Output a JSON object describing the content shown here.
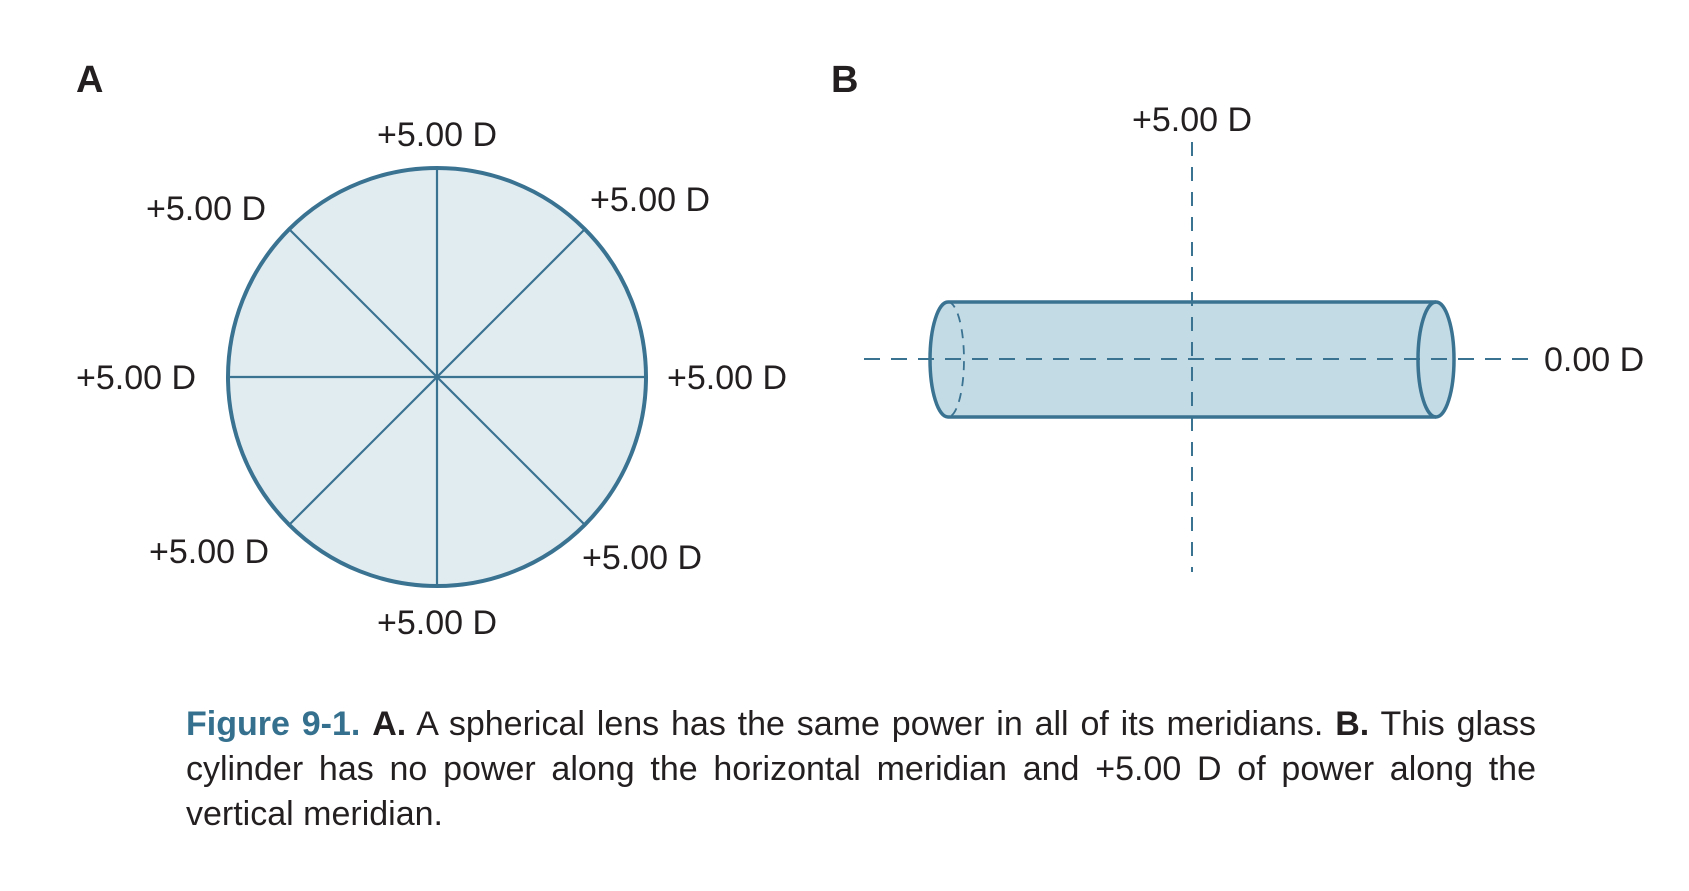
{
  "panel_a": {
    "letter": "A",
    "meridian_labels": {
      "top": "+5.00 D",
      "upper_left": "+5.00 D",
      "upper_right": "+5.00 D",
      "left": "+5.00 D",
      "right": "+5.00 D",
      "lower_left": "+5.00 D",
      "lower_right": "+5.00 D",
      "bottom": "+5.00 D"
    }
  },
  "panel_b": {
    "letter": "B",
    "vertical_label": "+5.00 D",
    "horizontal_label": "0.00 D"
  },
  "caption": {
    "figure_label": "Figure 9-1.",
    "a_label": "A.",
    "a_text": "A spherical lens has the same power in all of its meridians.",
    "b_label": "B.",
    "b_text": "This glass cylinder has no power along the horizontal meridian and +5.00 D of power along the vertical meridian."
  },
  "colors": {
    "lens_fill": "#e1ecf1",
    "cylinder_fill": "#c3dbe5",
    "line": "#3a7292",
    "accent": "#35718e"
  }
}
